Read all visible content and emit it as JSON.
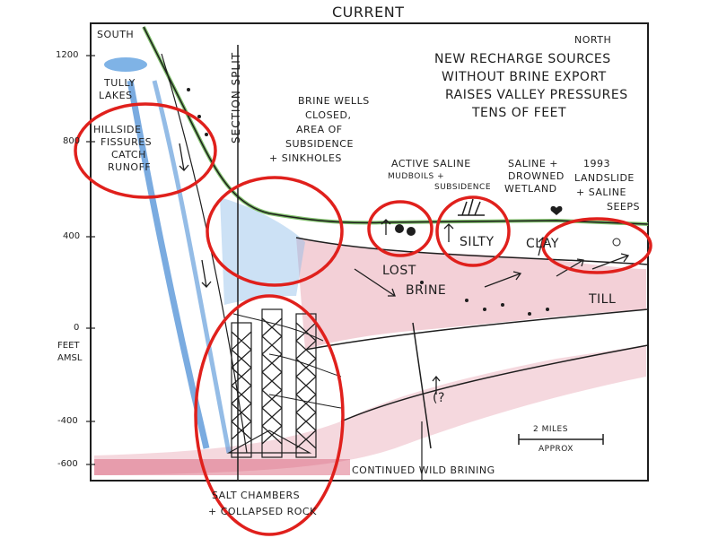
{
  "title": "CURRENT",
  "direction": {
    "south": "SOUTH",
    "north": "NORTH"
  },
  "axis": {
    "ticks": [
      "1200",
      "800",
      "400",
      "0",
      "-400",
      "-600"
    ],
    "unit_line1": "FEET",
    "unit_line2": "AMSL"
  },
  "section_split": "SECTION SPLIT",
  "scale_bar": {
    "label": "2 MILES",
    "note": "APPROX"
  },
  "labels": {
    "tully_lakes": [
      "TULLY",
      "LAKES"
    ],
    "hillside": [
      "HILLSIDE",
      "FISSURES",
      "CATCH",
      "RUNOFF"
    ],
    "brine_wells": [
      "BRINE WELLS",
      "CLOSED,",
      "AREA OF",
      "SUBSIDENCE",
      "+ SINKHOLES"
    ],
    "active_saline": [
      "ACTIVE SALINE",
      "MUDBOILS +",
      "SUBSIDENCE"
    ],
    "saline_wetland": [
      "SALINE +",
      "DROWNED",
      "WETLAND"
    ],
    "landslide": [
      "1993",
      "LANDSLIDE",
      "+ SALINE",
      "SEEPS"
    ],
    "recharge": [
      "NEW RECHARGE SOURCES",
      "WITHOUT BRINE EXPORT",
      "RAISES VALLEY PRESSURES",
      "TENS OF FEET"
    ],
    "silty": "SILTY",
    "clay": "CLAY",
    "lost": "LOST",
    "brine": "BRINE",
    "till": "TILL",
    "query": "(?",
    "continued": "CONTINUED WILD BRINING",
    "salt_chambers": [
      "SALT CHAMBERS",
      "+ COLLAPSED ROCK"
    ]
  },
  "colors": {
    "outline": "#1e1e1e",
    "highlight_circle": "#e0201c",
    "ground_green": "#7fbf6a",
    "water_blue": "#4d8fd6",
    "brine_pink": "#e9a9b6",
    "brine_dark": "#d7556e"
  }
}
